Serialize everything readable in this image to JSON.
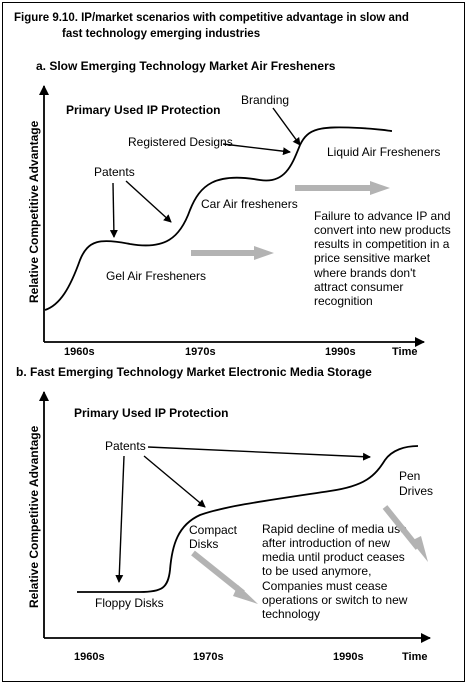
{
  "figure_title_line1": "Figure 9.10. IP/market scenarios with competitive advantage in slow and",
  "figure_title_line2": "fast technology emerging industries",
  "panel_a": {
    "title": "a. Slow Emerging Technology Market Air Fresheners",
    "ip_heading": "Primary Used IP Protection",
    "y_axis_label": "Relative Competitive Advantage",
    "labels": {
      "branding": "Branding",
      "registered_designs": "Registered Designs",
      "patents": "Patents",
      "liquid": "Liquid Air Fresheners",
      "car": "Car Air fresheners",
      "gel": "Gel Air Fresheners"
    },
    "note": "Failure to advance IP and convert into new products results in competition in a price sensitive market where brands don't attract consumer recognition",
    "x_ticks": [
      "1960s",
      "1970s",
      "1990s"
    ],
    "x_axis_label": "Time"
  },
  "panel_b": {
    "title": "b. Fast Emerging Technology Market Electronic Media Storage",
    "ip_heading": "Primary Used IP Protection",
    "y_axis_label": "Relative Competitive Advantage",
    "labels": {
      "patents": "Patents",
      "pen_line1": "Pen",
      "pen_line2": "Drives",
      "compact_line1": "Compact",
      "compact_line2": "Disks",
      "floppy": "Floppy Disks"
    },
    "note": "Rapid decline of media use after introduction of new media until product ceases to be used anymore, Companies must cease operations or switch to new technology",
    "x_ticks": [
      "1960s",
      "1970s",
      "1990s"
    ],
    "x_axis_label": "Time"
  },
  "colors": {
    "curve": "#000000",
    "grey_arrow": "#b3b3b3"
  }
}
